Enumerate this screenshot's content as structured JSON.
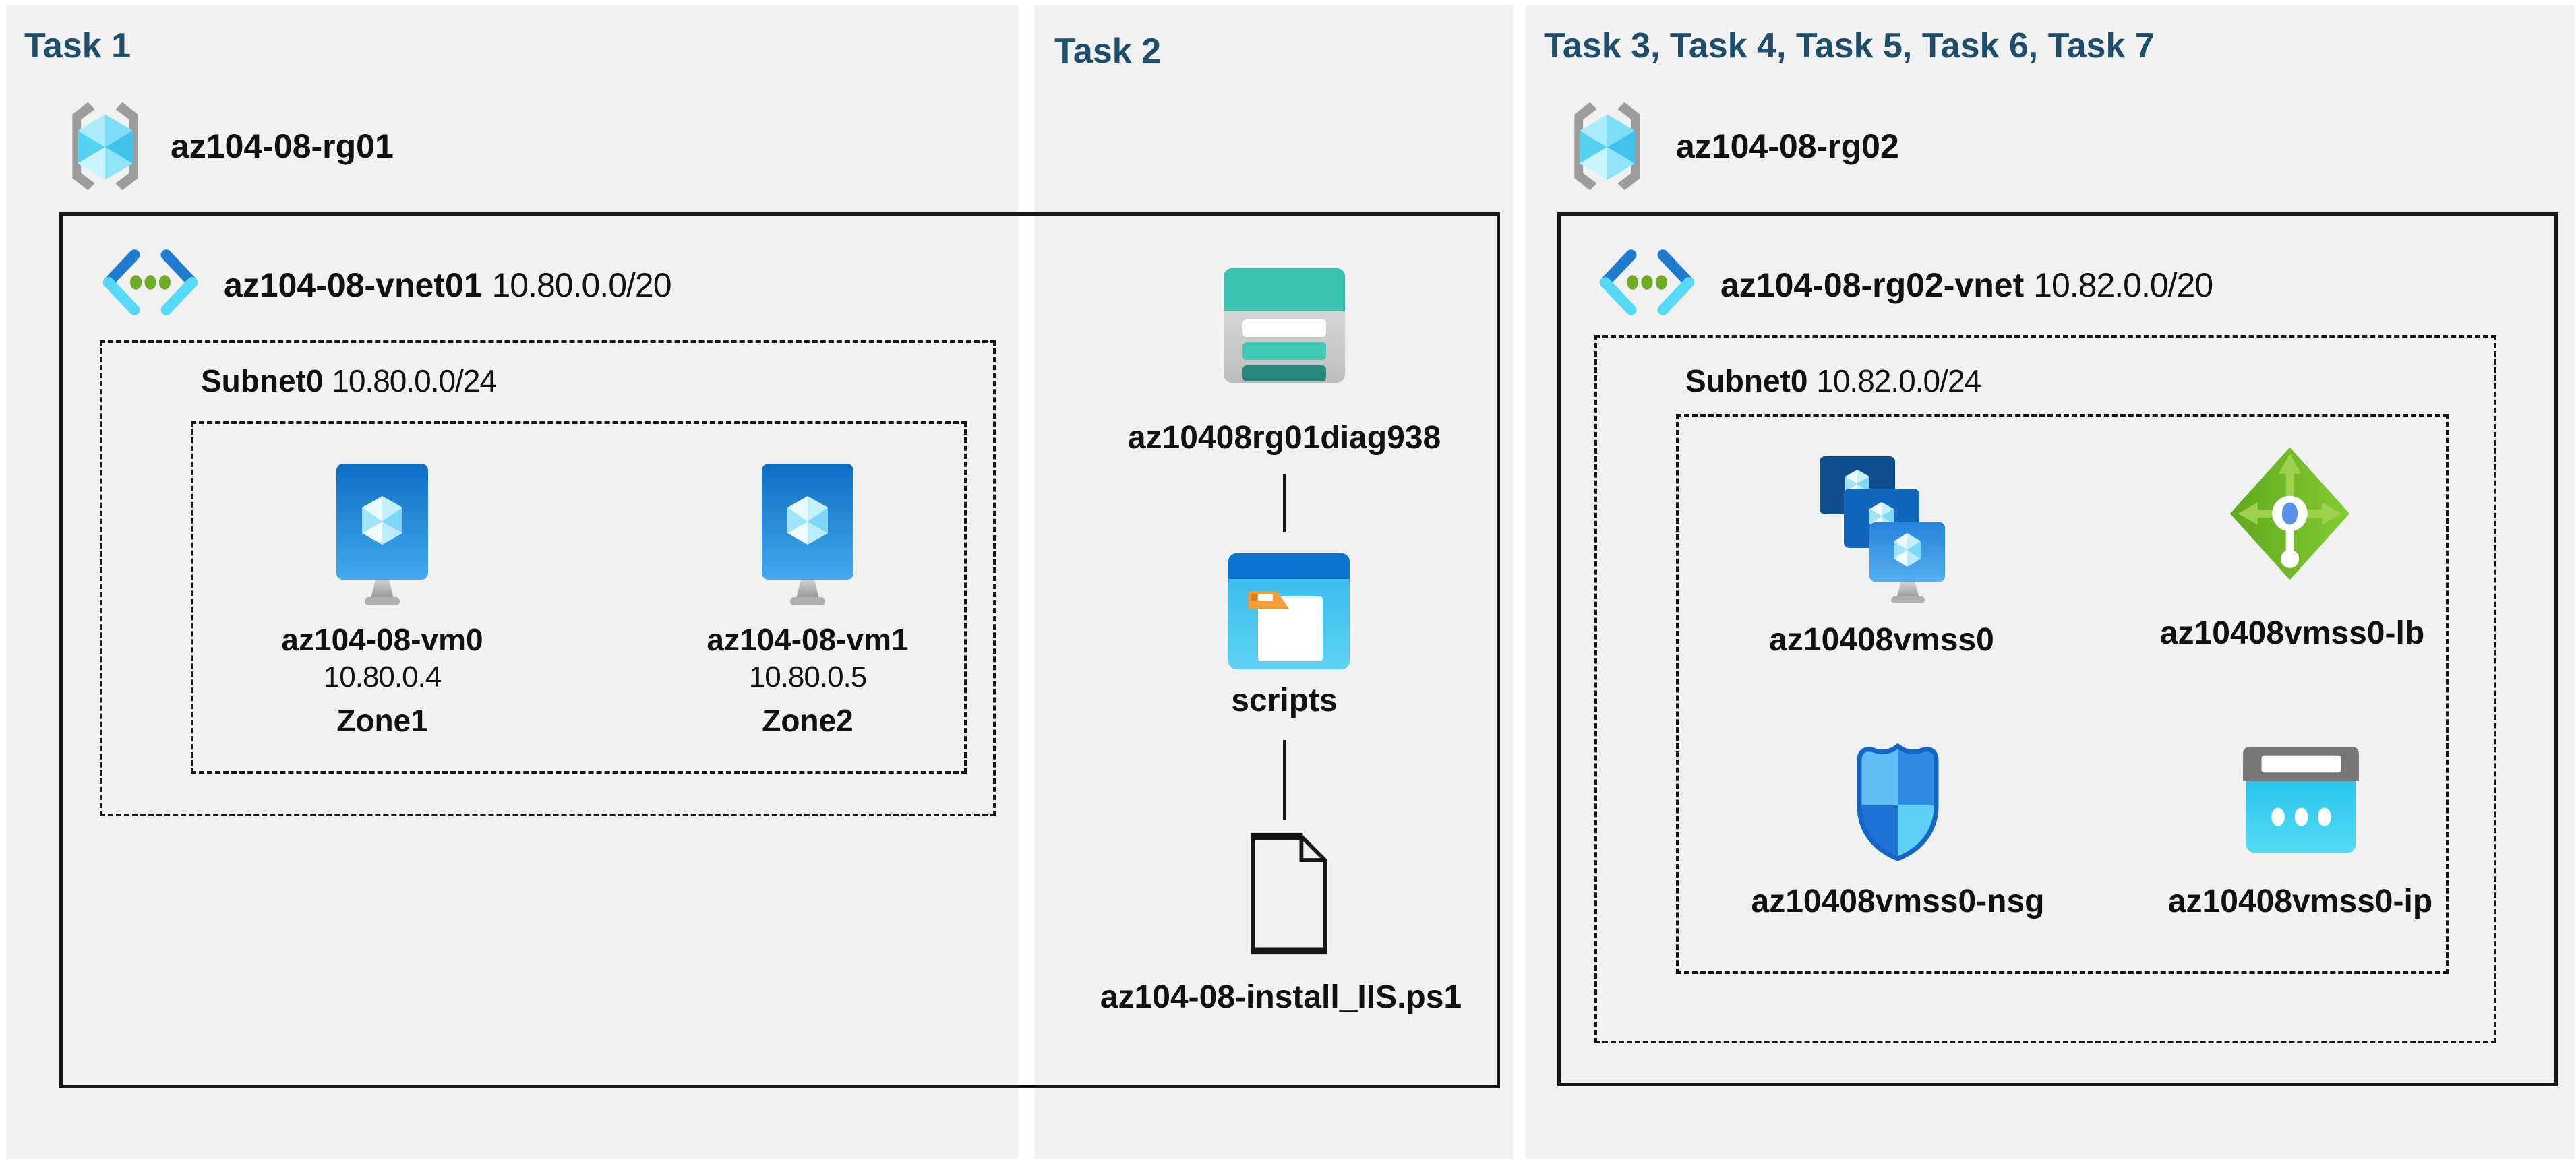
{
  "task1": {
    "title": "Task 1",
    "rg_name": "az104-08-rg01",
    "vnet_name": "az104-08-vnet01",
    "vnet_cidr": "10.80.0.0/20",
    "subnet_name": "Subnet0",
    "subnet_cidr": "10.80.0.0/24",
    "vm0": {
      "name": "az104-08-vm0",
      "ip": "10.80.0.4",
      "zone": "Zone1"
    },
    "vm1": {
      "name": "az104-08-vm1",
      "ip": "10.80.0.5",
      "zone": "Zone2"
    }
  },
  "task2": {
    "title": "Task 2",
    "storage_account": "az10408rg01diag938",
    "container": "scripts",
    "script_file": "az104-08-install_IIS.ps1"
  },
  "task3": {
    "title": "Task 3, Task 4, Task 5, Task 6, Task 7",
    "rg_name": "az104-08-rg02",
    "vnet_name": "az104-08-rg02-vnet",
    "vnet_cidr": "10.82.0.0/20",
    "subnet_name": "Subnet0",
    "subnet_cidr": "10.82.0.0/24",
    "vmss_name": "az10408vmss0",
    "lb_name": "az10408vmss0-lb",
    "nsg_name": "az10408vmss0-nsg",
    "ip_name": "az10408vmss0-ip"
  },
  "icons": {
    "resource_group": "resource-group-icon",
    "virtual_network": "virtual-network-icon",
    "virtual_machine": "virtual-machine-icon",
    "storage_account": "storage-account-icon",
    "blob_container": "blob-container-icon",
    "file": "file-icon",
    "vm_scale_set": "vm-scale-set-icon",
    "load_balancer": "load-balancer-icon",
    "network_security_group": "nsg-shield-icon",
    "public_ip": "public-ip-icon"
  },
  "colors": {
    "title_text": "#1F4E6B",
    "panel_bg": "#F1F1F2",
    "box_line": "#161616",
    "azure_blue": "#0B74CF",
    "cyan": "#50D5F4",
    "teal": "#3AC3AE",
    "green_lb": "#6FB423",
    "olive_dots": "#6FAC25"
  }
}
